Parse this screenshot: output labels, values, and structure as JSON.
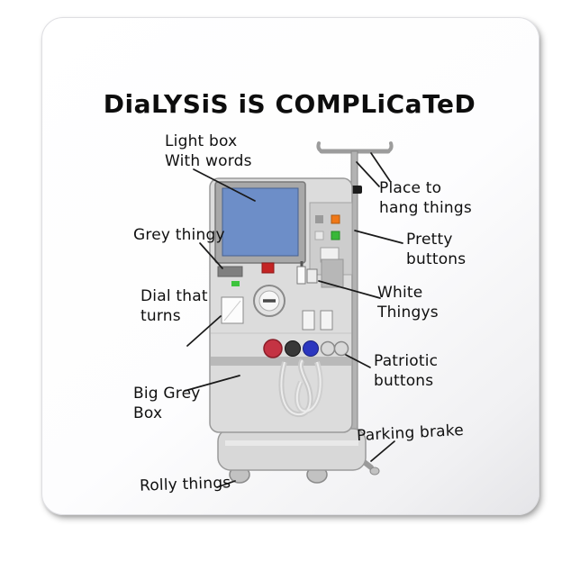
{
  "magnet": {
    "title": "DiaLYSiS iS COMPLiCaTeD"
  },
  "labels": {
    "light_box": "Light box\nWith words",
    "hang": "Place to\nhang things",
    "grey_thingy": "Grey thingy",
    "pretty_buttons": "Pretty\nbuttons",
    "dial": "Dial that\nturns",
    "white_thingys": "White\nThingys",
    "patriotic": "Patriotic\nbuttons",
    "big_grey_box": "Big Grey\nBox",
    "parking_brake": "Parking brake",
    "rolly_things": "Rolly things"
  },
  "colors": {
    "screen_blue": "#6d8ec8",
    "machine_grey": "#dcdcdc",
    "orange_button": "#f07818",
    "green_button": "#38b838",
    "red_button": "#c42424",
    "patriotic_red": "#c43343",
    "patriotic_blue": "#2b36bf",
    "pole_clamp_black": "#1c1c1c"
  }
}
